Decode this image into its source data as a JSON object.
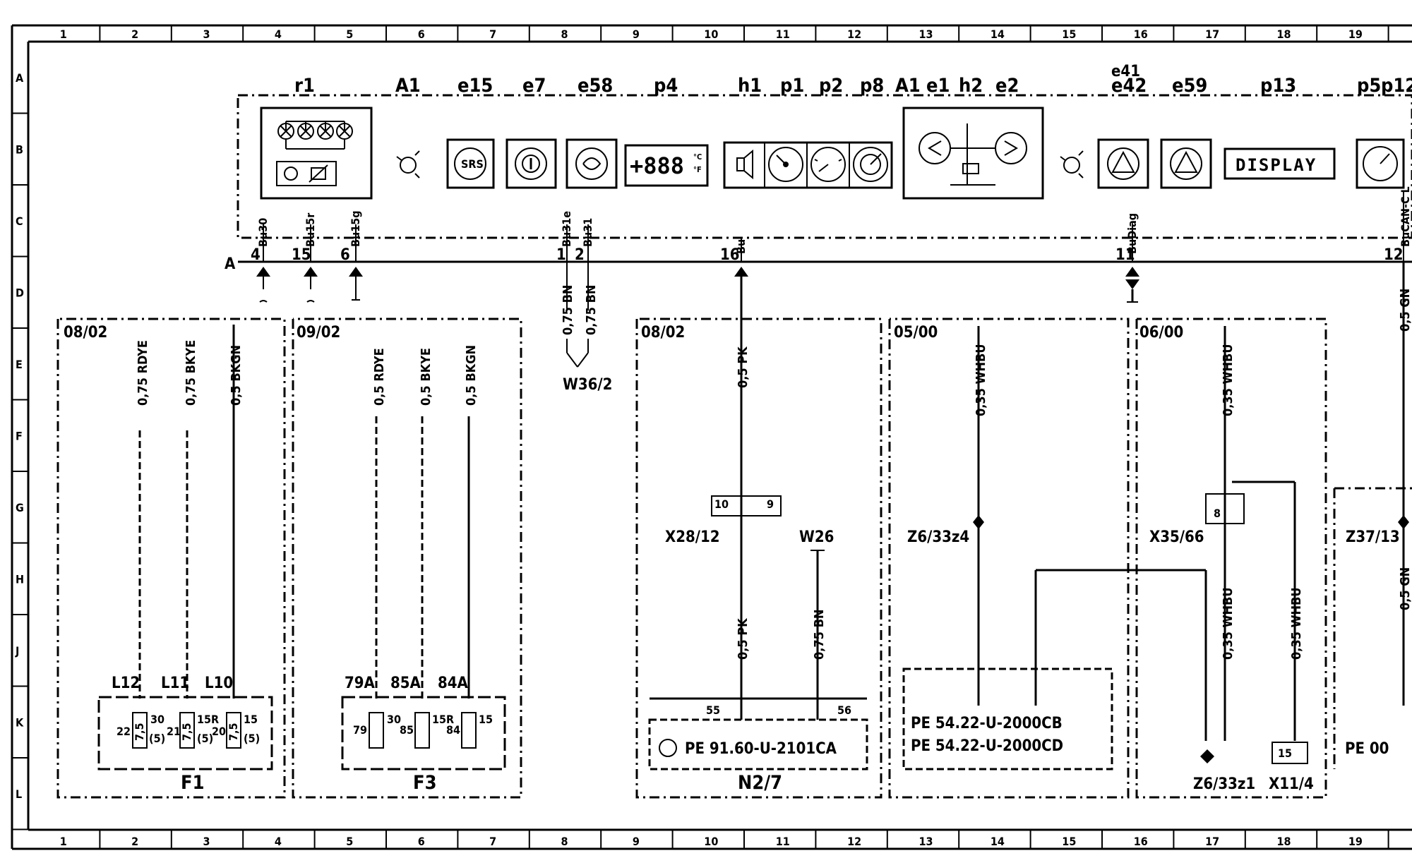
{
  "grid": {
    "columns": [
      "1",
      "2",
      "3",
      "4",
      "5",
      "6",
      "7",
      "8",
      "9",
      "10",
      "11",
      "12",
      "13",
      "14",
      "15",
      "16",
      "17",
      "18",
      "19"
    ],
    "rows": [
      "A",
      "B",
      "C",
      "D",
      "E",
      "F",
      "G",
      "H",
      "J",
      "K",
      "L"
    ]
  },
  "header_components": {
    "r1": "r1",
    "a1_left": "A1",
    "e15": "e15",
    "e7": "e7",
    "e58": "e58",
    "p4": "p4",
    "h1": "h1",
    "p1": "p1",
    "p2": "p2",
    "p8": "p8",
    "a1_right": "A1",
    "e1": "e1",
    "h2": "h2",
    "e2": "e2",
    "e41": "e41",
    "e42": "e42",
    "e59": "e59",
    "p13": "p13",
    "p5": "p5",
    "p12": "p12"
  },
  "cluster": {
    "srs_text": "SRS",
    "display_readout": "+888",
    "display_unit_c": "°C",
    "display_unit_f": "°F",
    "display_text": "DISPLAY",
    "edge_label": "A"
  },
  "pins": {
    "p4": "4",
    "p15": "15",
    "p6": "6",
    "p1": "1",
    "p2": "2",
    "p16": "16",
    "p11": "11",
    "p12": "12"
  },
  "pin_codes": {
    "c30": "Bu30",
    "c15r": "Bu15r",
    "c15g": "Bu15g",
    "c31e": "Bu31e",
    "c31": "Bu31",
    "c16": "Bu",
    "c11": "BuDiag",
    "c12": "BuCAN-C L"
  },
  "panels": {
    "f1": {
      "ref": "08/02",
      "wire1": "0,75 RDYE",
      "wire2": "0,75 BKYE",
      "wire3": "0,5 BKGN",
      "term1": "L12",
      "term2": "L11",
      "term3": "L10",
      "p22": "22",
      "p30": "30",
      "p5a": "(5)",
      "p21": "21",
      "p15r": "15R",
      "p5b": "(5)",
      "p20": "20",
      "p15": "15",
      "p5c": "(5)",
      "fuse1": "7,5",
      "fuse2": "7,5",
      "fuse3": "7,5",
      "label": "F1"
    },
    "f3": {
      "ref": "09/02",
      "wire1": "0,5 RDYE",
      "wire2": "0,5 BKYE",
      "wire3": "0,5 BKGN",
      "term1": "79A",
      "term2": "85A",
      "term3": "84A",
      "p79": "79",
      "p30": "30",
      "p85": "85",
      "p15r": "15R",
      "p84": "84",
      "p15": "15",
      "label": "F3"
    },
    "w36": {
      "wire1": "0,75 BN",
      "wire2": "0,75 BN",
      "label": "W36/2"
    },
    "n27": {
      "ref": "08/02",
      "wire_top": "0,5 PK",
      "connector": "X28/12",
      "conn_p10": "10",
      "conn_p9": "9",
      "ground": "W26",
      "wire_left": "0,5 PK",
      "wire_right": "0,75 BN",
      "pin55": "55",
      "pin56": "56",
      "pe_text": "PE  91.60-U-2101CA",
      "label": "N2/7"
    },
    "z6": {
      "ref": "05/00",
      "wire": "0,35 WHBU",
      "node": "Z6/33z4",
      "pe1": "PE  54.22-U-2000CB",
      "pe2": "PE  54.22-U-2000CD"
    },
    "x35": {
      "ref": "06/00",
      "wire_top": "0,35 WHBU",
      "connector": "X35/66",
      "conn_p8": "8",
      "wire_left": "0,35 WHBU",
      "wire_right": "0,35 WHBU",
      "node": "Z6/33z1",
      "x11": "X11/4",
      "x11_pin": "15"
    },
    "z37": {
      "wire_top": "0,5 GN",
      "node": "Z37/13",
      "wire_bottom": "0,5 GN",
      "pe_text": "PE  00"
    }
  }
}
